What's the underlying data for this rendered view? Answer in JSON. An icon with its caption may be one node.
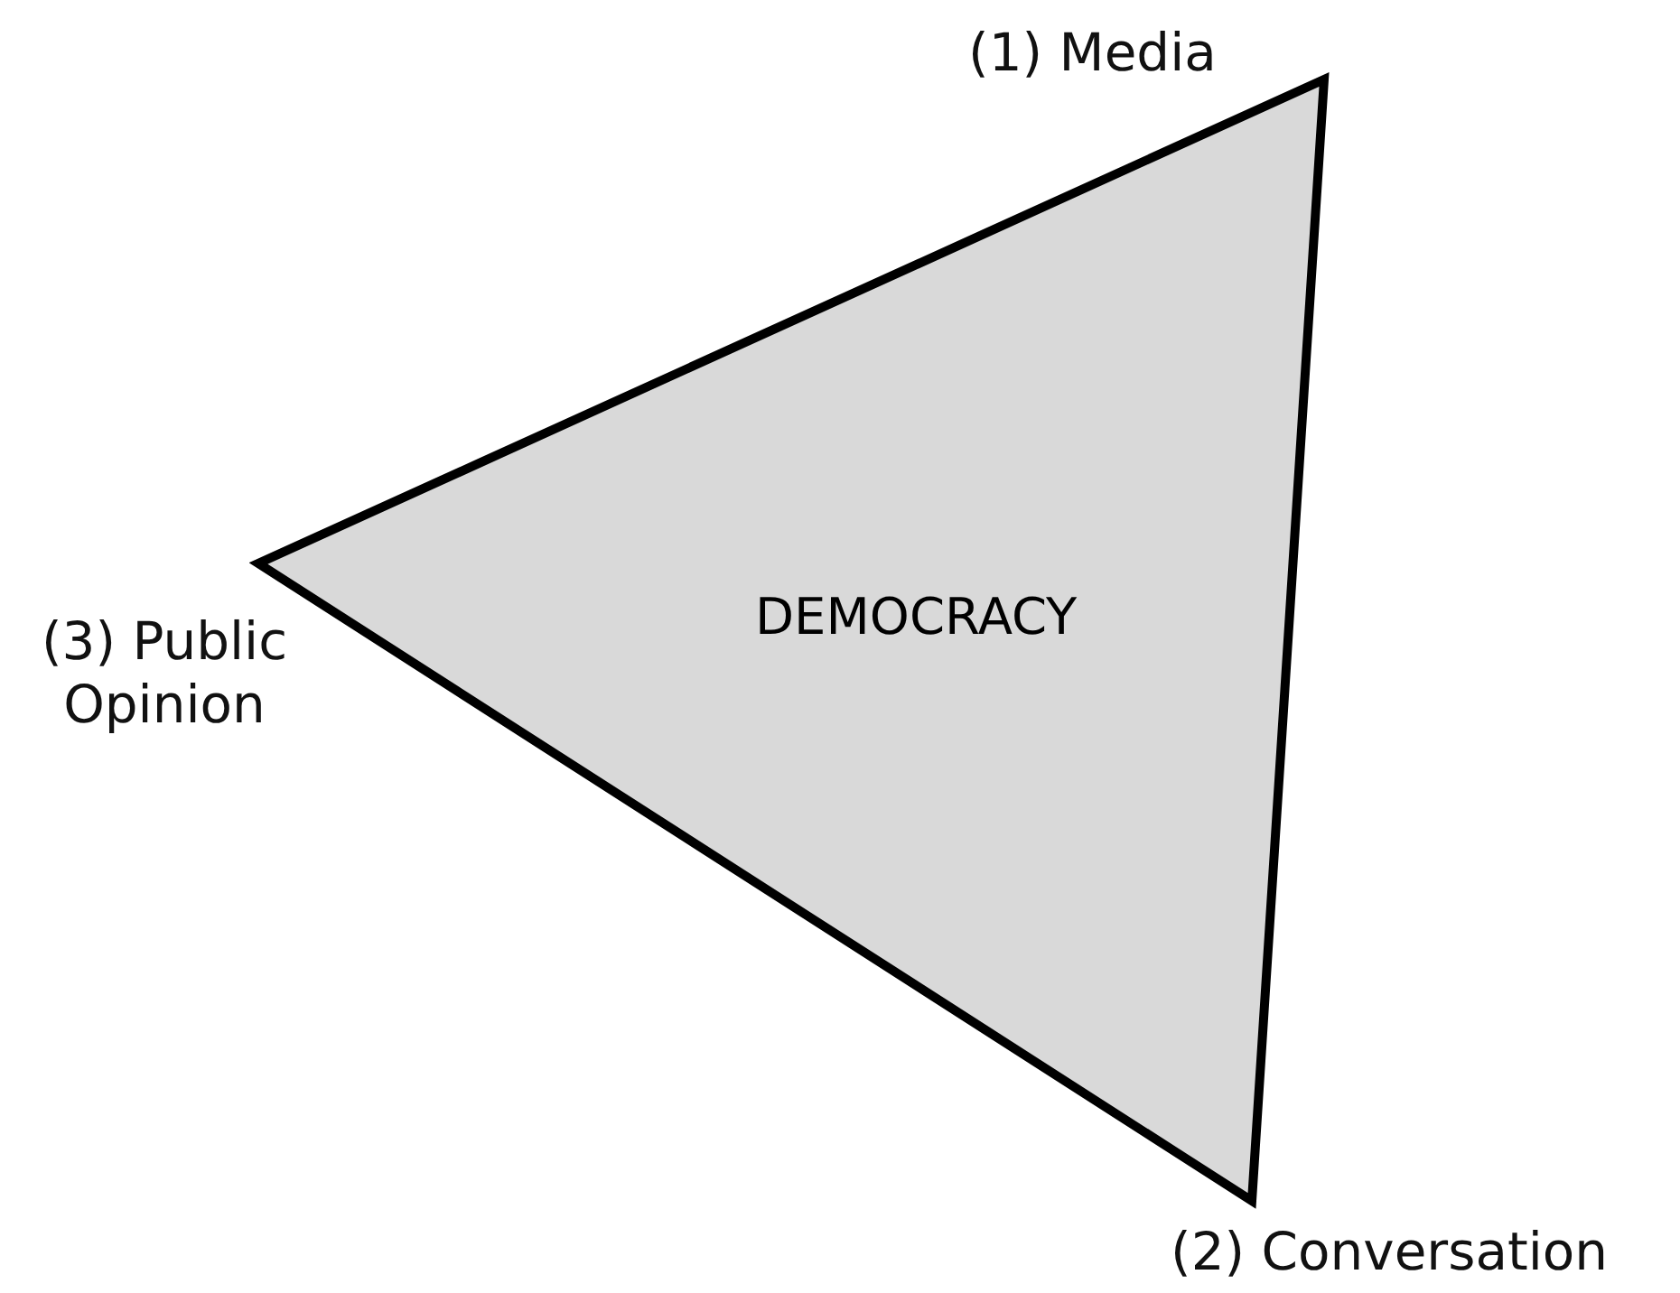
{
  "diagram": {
    "nodes": [
      {
        "text": [
          "DEMOCRACY"
        ]
      }
    ],
    "edges": [],
    "labels": [
      "(1) Media",
      "(2) Conversation",
      "(3) Public Opinion"
    ]
  }
}
